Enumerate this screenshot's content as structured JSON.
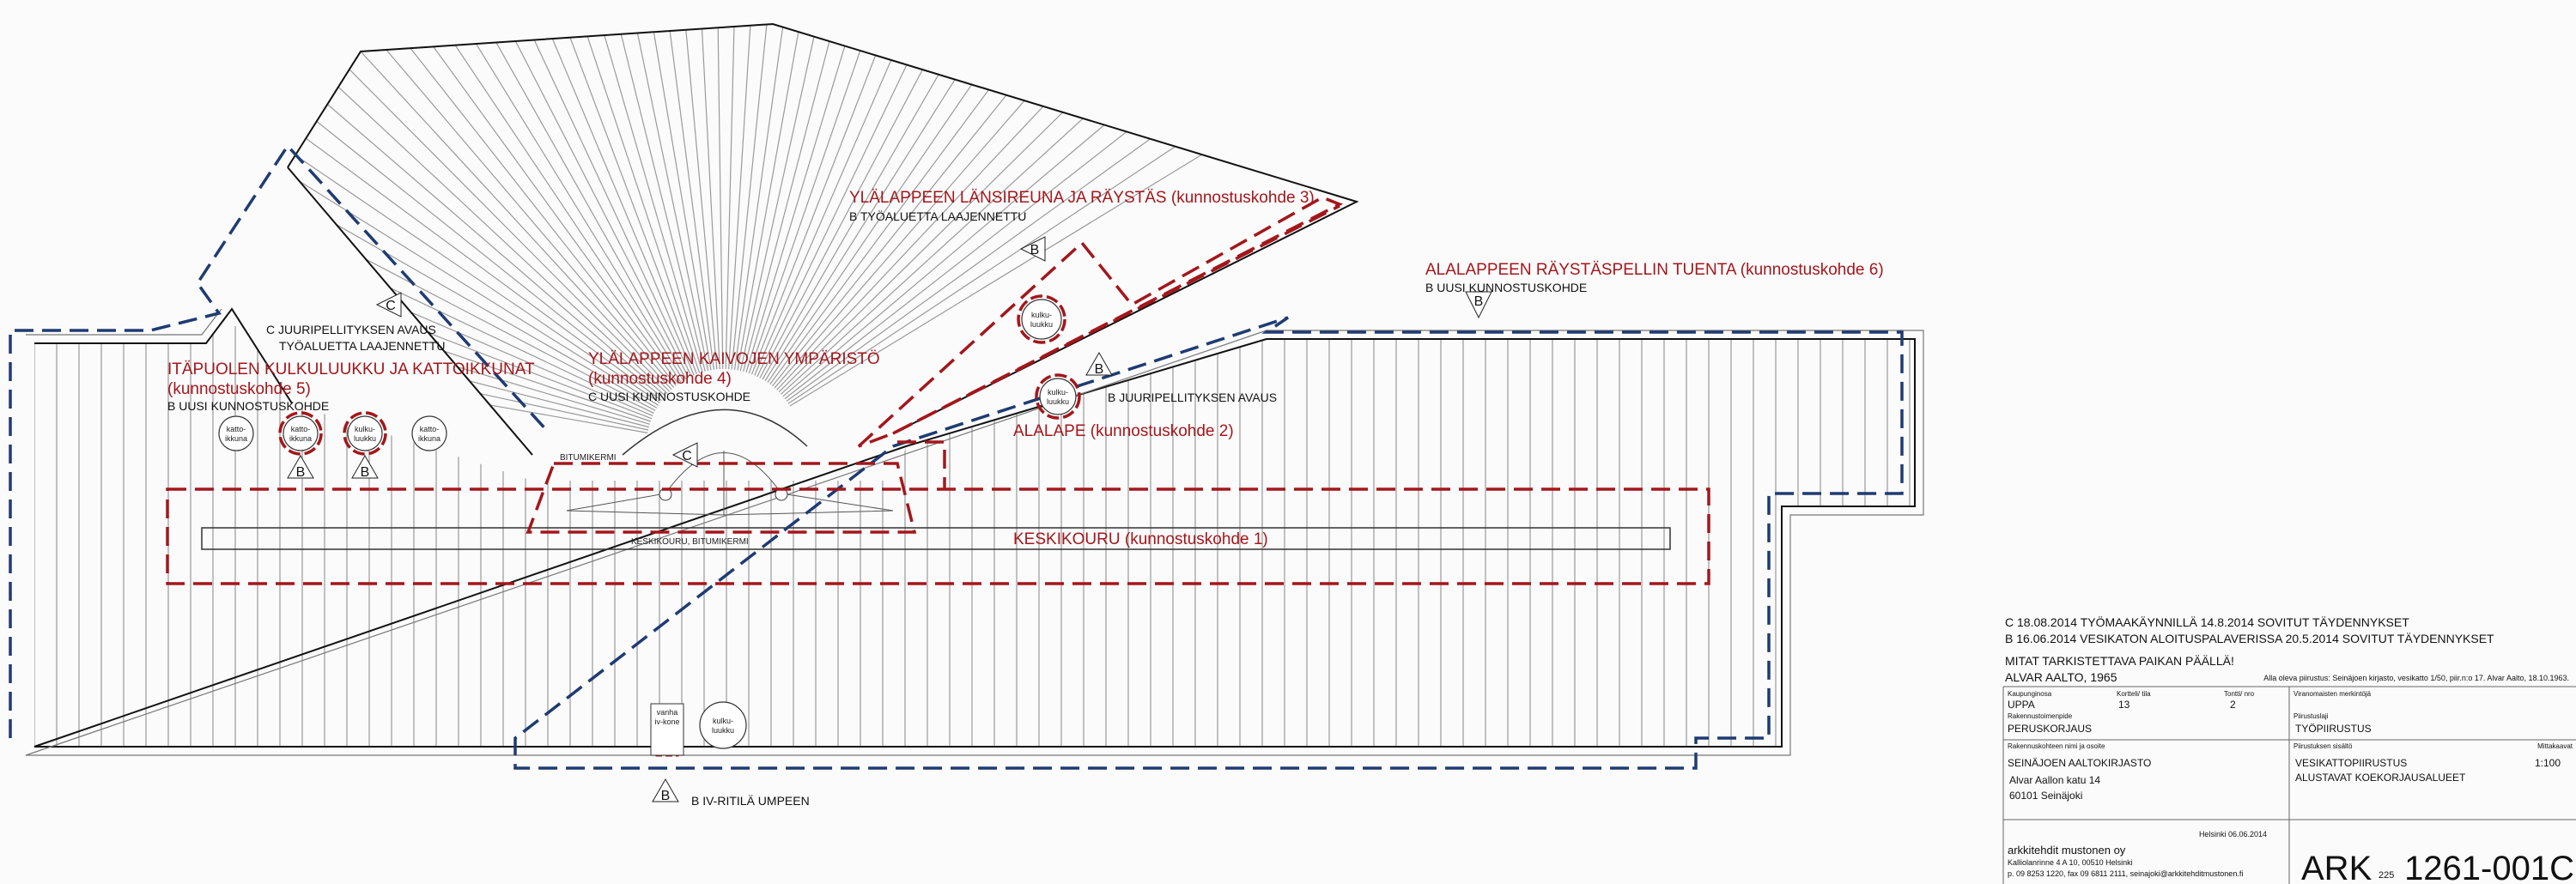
{
  "colors": {
    "repair_zone": "#a3171c",
    "work_boundary": "#1f3b73",
    "outline": "#111111"
  },
  "labels": {
    "east_hatch_title": "ITÄPUOLEN KULKULUUKKU JA KATTOIKKUNAT",
    "east_hatch_target": "(kunnostuskohde 5)",
    "east_hatch_note": "B UUSI KUNNOSTUSKOHDE",
    "c_root_opening": "C JUURIPELLITYKSEN AVAUS",
    "c_root_opening_2": "TYÖALUETTA LAAJENNETTU",
    "upper_wells_title": "YLÄLAPPEEN KAIVOJEN YMPÄRISTÖ",
    "upper_wells_target": "(kunnostuskohde 4)",
    "upper_wells_note": "C UUSI KUNNOSTUSKOHDE",
    "bitumikermi": "BITUMIKERMI",
    "keskikouru_bitumikermi": "KESKIKOURU, BITUMIKERMI",
    "west_edge_title": "YLÄLAPPEEN LÄNSIREUNA JA RÄYSTÄS (kunnostuskohde 3)",
    "west_edge_note": "B TYÖALUETTA LAAJENNETTU",
    "b_root_opening": "B JUURIPELLITYKSEN AVAUS",
    "lower_slope": "ALALAPE (kunnostuskohde 2)",
    "central_gutter": "KESKIKOURU (kunnostuskohde 1)",
    "eaves_title": "ALALAPPEEN RÄYSTÄSPELLIN TUENTA (kunnostuskohde 6)",
    "eaves_note": "B UUSI KUNNOSTUSKOHDE",
    "iv_grille": "B IV-RITILÄ UMPEEN"
  },
  "fixtures": {
    "kattoikkuna_1": [
      "katto-",
      "ikkuna"
    ],
    "kattoikkuna_2": [
      "katto-",
      "ikkuna"
    ],
    "kulkuluukku_1": [
      "kulku-",
      "luukku"
    ],
    "kattoikkuna_3": [
      "katto-",
      "ikkuna"
    ],
    "kulkuluukku_2": [
      "kulku-",
      "luukku"
    ],
    "kulkuluukku_3": [
      "kulku-",
      "luukku"
    ],
    "kulkuluukku_4": [
      "kulku-",
      "luukku"
    ],
    "iv_kone": [
      "vanha",
      "iv-kone"
    ]
  },
  "markers": {
    "b": "B",
    "c": "C"
  },
  "revisions": [
    "C 18.08.2014 TYÖMAAKÄYNNILLÄ 14.8.2014 SOVITUT TÄYDENNYKSET",
    "B 16.06.2014 VESIKATON ALOITUSPALAVERISSA 20.5.2014 SOVITUT TÄYDENNYKSET"
  ],
  "title_block": {
    "warning": "MITAT TARKISTETTAVA PAIKAN PÄÄLLÄ!",
    "original_architect": "ALVAR AALTO, 1965",
    "source_note": "Alla oleva piirustus: Seinäjoen kirjasto, vesikatto 1/50, piir.n:o 17. Alvar Aalto, 18.10.1963.",
    "district_label": "Kaupunginosa",
    "district": "UPPA",
    "block_label": "Kortteli/ tila",
    "block": "13",
    "plot_label": "Tontti/ nro",
    "plot": "2",
    "authority_label": "Viranomaisten merkintöjä",
    "measure_label": "Rakennustoimenpide",
    "measure": "PERUSKORJAUS",
    "drawing_type_label": "Piirustuslaji",
    "drawing_type": "TYÖPIIRUSTUS",
    "project_label": "Rakennuskohteen nimi ja osoite",
    "project_name": "SEINÄJOEN AALTOKIRJASTO",
    "address_1": "Alvar Aallon katu 14",
    "address_2": "60101 Seinäjoki",
    "content_label": "Piirustuksen sisältö",
    "content_1": "VESIKATTOPIIRUSTUS",
    "content_2": "ALUSTAVAT KOEKORJAUSALUEET",
    "scale_label": "Mittakaavat",
    "scale": "1:100",
    "place_date": "Helsinki 06.06.2014",
    "office": "arkkitehdit mustonen oy",
    "office_address": "Kalliolanrinne 4 A 10, 00510 Helsinki",
    "office_contact": "p. 09 8253 1220, fax 09 6811 2111, seinajoki@arkkitehditmustonen.fi",
    "discipline": "ARK",
    "sheet_no": "225",
    "drawing_no": "1261-001C"
  }
}
